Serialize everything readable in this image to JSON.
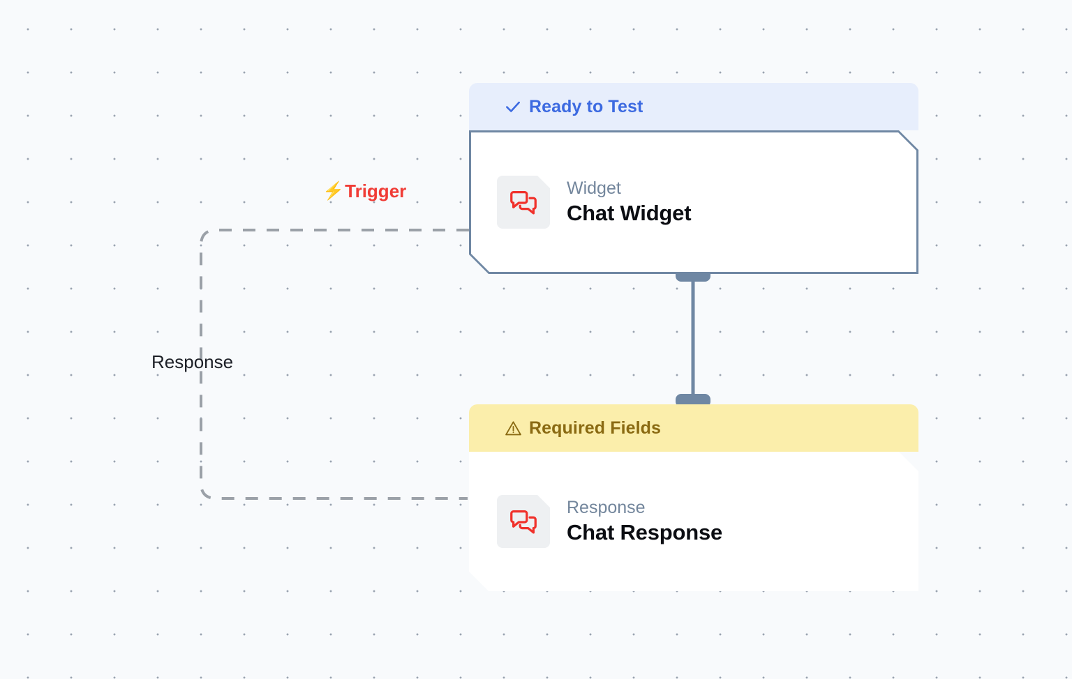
{
  "canvas": {
    "background_color": "#f8fafc",
    "grid": "dot-grid"
  },
  "edges": [
    {
      "id": "trigger-edge",
      "label": "Trigger",
      "icon": "lightning-bolt-icon",
      "icon_glyph": "⚡",
      "color": "#f03c36",
      "style": "dashed",
      "from": "chat-response-node",
      "to": "chat-widget-node"
    },
    {
      "id": "response-edge",
      "label": "Response",
      "color": "#1d2027",
      "style": "dashed",
      "from": "chat-widget-node",
      "to": "chat-response-node"
    },
    {
      "id": "widget-to-response-connector",
      "label": "",
      "color": "#6f87a3",
      "style": "solid",
      "from": "chat-widget-node",
      "to": "chat-response-node"
    }
  ],
  "nodes": [
    {
      "id": "chat-widget-node",
      "header": {
        "label": "Ready to Test",
        "icon": "check-icon",
        "icon_glyph": "✓",
        "background_color": "#e7eefc",
        "text_color": "#3c6ae1"
      },
      "subtitle": "Widget",
      "title": "Chat Widget",
      "app_icon": "chat-bubbles-icon",
      "app_icon_color": "#f0312b",
      "border_color": "#6f87a3"
    },
    {
      "id": "chat-response-node",
      "header": {
        "label": "Required Fields",
        "icon": "warning-triangle-icon",
        "icon_glyph": "⚠",
        "background_color": "#fbeeab",
        "text_color": "#8a6a12"
      },
      "subtitle": "Response",
      "title": "Chat Response",
      "app_icon": "chat-bubbles-icon",
      "app_icon_color": "#f0312b",
      "border_color": "none"
    }
  ]
}
